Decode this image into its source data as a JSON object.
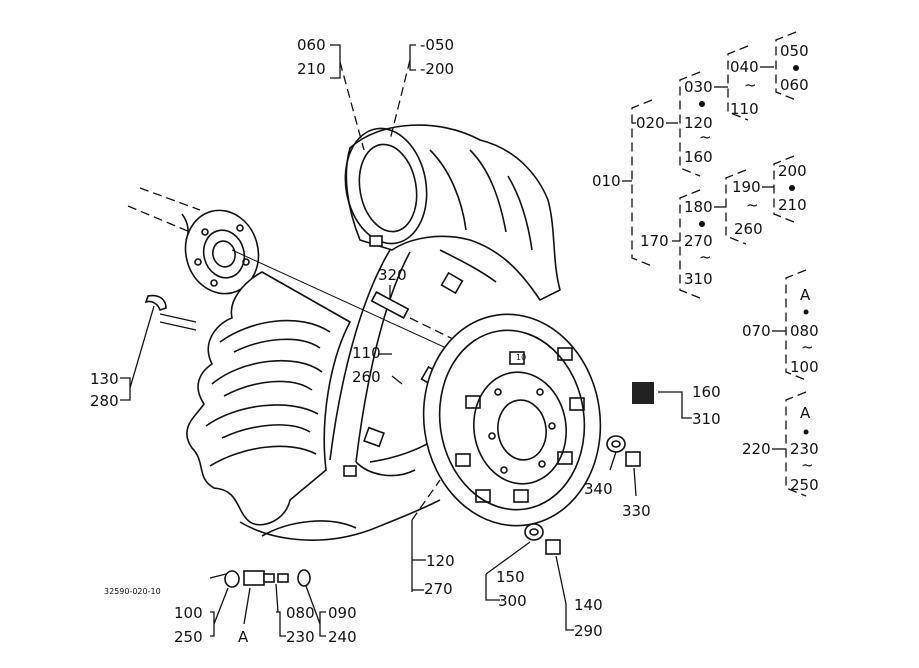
{
  "drawing_code": "32590-020-10",
  "callouts": [
    {
      "id": "t060",
      "text": "060"
    },
    {
      "id": "t210a",
      "text": "210"
    },
    {
      "id": "t050a",
      "text": "-050"
    },
    {
      "id": "t200a",
      "text": "-200"
    },
    {
      "id": "t320",
      "text": "320"
    },
    {
      "id": "t110a",
      "text": "110"
    },
    {
      "id": "t260a",
      "text": "260"
    },
    {
      "id": "t130",
      "text": "130"
    },
    {
      "id": "t280",
      "text": "280"
    },
    {
      "id": "t160a",
      "text": "160"
    },
    {
      "id": "t310a",
      "text": "310"
    },
    {
      "id": "t340",
      "text": "340"
    },
    {
      "id": "t330",
      "text": "330"
    },
    {
      "id": "t120a",
      "text": "120"
    },
    {
      "id": "t270a",
      "text": "270"
    },
    {
      "id": "t150",
      "text": "150"
    },
    {
      "id": "t300",
      "text": "300"
    },
    {
      "id": "t140",
      "text": "140"
    },
    {
      "id": "t290",
      "text": "290"
    },
    {
      "id": "t100a",
      "text": "100"
    },
    {
      "id": "t250a",
      "text": "250"
    },
    {
      "id": "tAa",
      "text": "A"
    },
    {
      "id": "t080a",
      "text": "080"
    },
    {
      "id": "t230a",
      "text": "230"
    },
    {
      "id": "t090",
      "text": "090"
    },
    {
      "id": "t240",
      "text": "240"
    }
  ],
  "hierarchy": {
    "root": "010",
    "group1": {
      "head": "020",
      "top": "030",
      "mid": "120",
      "bot": "160"
    },
    "group1b": {
      "top": "040",
      "bot": "110"
    },
    "group1c": {
      "top": "050",
      "bot": "060"
    },
    "group2": {
      "head": "170",
      "top": "180",
      "mid": "270",
      "bot": "310"
    },
    "group2b": {
      "top": "190",
      "bot": "260"
    },
    "group2c": {
      "top": "200",
      "bot": "210"
    }
  },
  "legend_a": {
    "head": "070",
    "top": "A",
    "mid": "080",
    "bot": "100"
  },
  "legend_b": {
    "head": "220",
    "top": "A",
    "mid": "230",
    "bot": "250"
  }
}
